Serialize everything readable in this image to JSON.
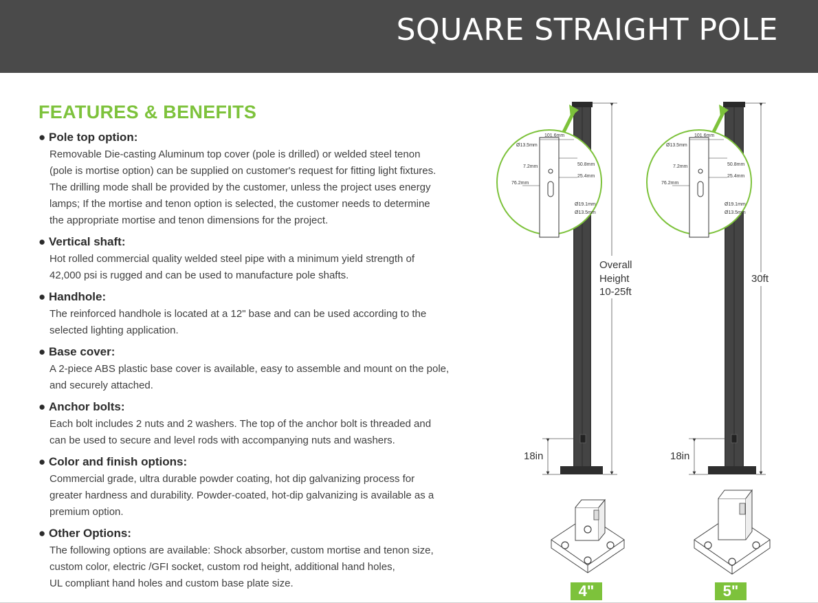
{
  "header": {
    "title": "SQUARE STRAIGHT POLE"
  },
  "features": {
    "heading": "FEATURES & BENEFITS",
    "items": [
      {
        "title": "Pole top option:",
        "desc": "Removable Die-casting Aluminum top cover (pole is drilled) or welded steel tenon\n(pole is mortise option) can be supplied on customer's request for fitting light fixtures.\nThe drilling mode shall be provided by the customer, unless the project uses energy\nlamps; If the mortise and tenon option is selected, the customer needs to determine\nthe appropriate mortise and tenon dimensions for the project."
      },
      {
        "title": "Vertical shaft:",
        "desc": "Hot rolled commercial quality welded steel pipe with a minimum yield strength of\n42,000 psi is rugged and can be used to manufacture pole shafts."
      },
      {
        "title": "Handhole:",
        "desc": "The reinforced handhole is located at a 12\" base and can be used according to the\nselected lighting application."
      },
      {
        "title": "Base cover:",
        "desc": "A 2-piece ABS plastic base cover is available, easy to assemble and mount on the pole,\nand securely attached."
      },
      {
        "title": "Anchor bolts:",
        "desc": "Each bolt includes 2 nuts and 2 washers. The top of the anchor bolt is threaded and\ncan be used to secure and level rods with accompanying nuts and washers."
      },
      {
        "title": "Color and finish options:",
        "desc": "Commercial grade, ultra durable powder coating, hot dip galvanizing process for\ngreater hardness and durability. Powder-coated, hot-dip galvanizing is available as a\npremium option."
      },
      {
        "title": "Other Options:",
        "desc": "The following options are available: Shock absorber, custom mortise and tenon size,\ncustom color, electric /GFI socket, custom rod height, additional hand holes,\nUL compliant hand holes and custom base plate size."
      }
    ]
  },
  "diagram": {
    "detail": {
      "width": "101.6mm",
      "hole_top": "Ø13.5mm",
      "offset": "7.2mm",
      "height_a": "50.8mm",
      "height_b": "25.4mm",
      "depth": "76.2mm",
      "slot_w": "Ø19.1mm",
      "slot_h": "Ø13.5mm"
    },
    "pole_left": {
      "height_label_1": "Overall",
      "height_label_2": "Height",
      "height_label_3": "10-25ft",
      "base_label": "18in",
      "size": "4\""
    },
    "pole_right": {
      "height_label": "30ft",
      "base_label": "18in",
      "size": "5\""
    },
    "accent_color": "#7dc23b"
  }
}
